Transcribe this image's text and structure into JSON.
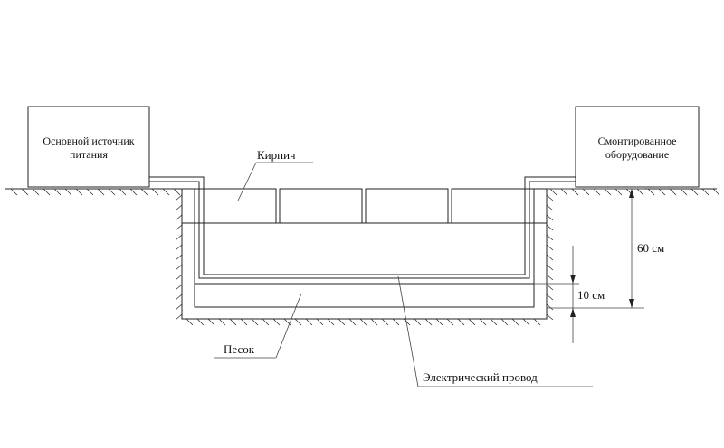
{
  "power_source": {
    "line1": "Основной источник",
    "line2": "питания"
  },
  "equipment": {
    "line1": "Смонтированное",
    "line2": "оборудование"
  },
  "labels": {
    "brick": "Кирпич",
    "sand": "Песок",
    "wire": "Электрический провод"
  },
  "dimensions": {
    "depth": "60 см",
    "sand_layer": "10 см"
  }
}
